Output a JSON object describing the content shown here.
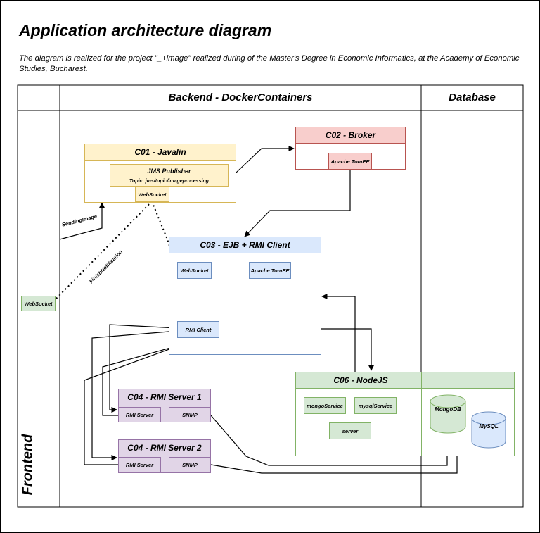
{
  "title": "Application architecture diagram",
  "subtitle": "The diagram is realized for the project \"_+image\" realized during of the Master's Degree in Economic Informatics, at the Academy of Economic Studies, Bucharest.",
  "lanes": {
    "backend": "Backend - DockerContainers",
    "database": "Database",
    "frontend": "Frontend"
  },
  "colors": {
    "yellow_fill": "#fff2cc",
    "yellow_stroke": "#d6b656",
    "red_fill": "#f8cecc",
    "red_stroke": "#b85450",
    "blue_fill": "#dae8fc",
    "blue_stroke": "#6c8ebf",
    "purple_fill": "#e1d5e7",
    "purple_stroke": "#9673a6",
    "green_fill": "#d5e8d4",
    "green_stroke": "#82b366"
  },
  "c01": {
    "title": "C01 - Javalin",
    "jms_title": "JMS Publisher",
    "jms_topic": "Topic: jms/topic/imageprocessing",
    "websocket": "WebSocket"
  },
  "c02": {
    "title": "C02 - Broker",
    "tomee": "Apache TomEE"
  },
  "c03": {
    "title": "C03 - EJB + RMI Client",
    "websocket": "WebSocket",
    "tomee": "Apache TomEE",
    "rmi_client": "RMI Client"
  },
  "c04a": {
    "title": "C04 - RMI Server 1",
    "rmi_server": "RMI Server",
    "snmp": "SNMP"
  },
  "c04b": {
    "title": "C04 - RMI Server 2",
    "rmi_server": "RMI Server",
    "snmp": "SNMP"
  },
  "c06": {
    "title": "C06 - NodeJS",
    "mongo_service": "mongoService",
    "mysql_service": "mysqlService",
    "server": "server"
  },
  "db": {
    "mongodb": "MongoDB",
    "mysql": "MySQL"
  },
  "frontend_websocket": "WebSocket",
  "edges": {
    "sending_image": "SendingImage",
    "finish_notification": "FinishNotification"
  }
}
